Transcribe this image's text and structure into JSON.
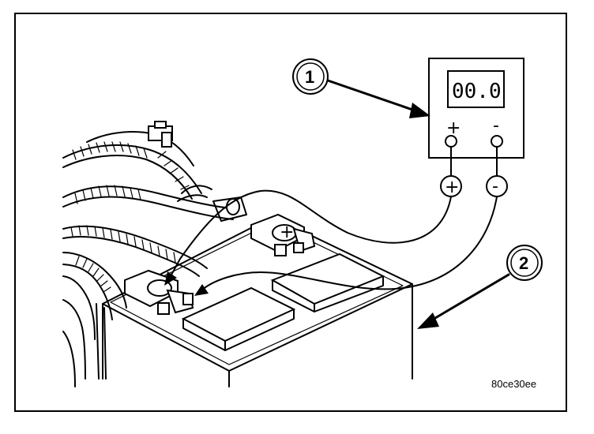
{
  "meter": {
    "display": "00.0",
    "plus_label": "+",
    "minus_label": "-"
  },
  "probes": {
    "plus_label": "+",
    "minus_label": "-"
  },
  "callouts": [
    {
      "label": "1"
    },
    {
      "label": "2"
    }
  ],
  "figure_code": "80ce30ee"
}
